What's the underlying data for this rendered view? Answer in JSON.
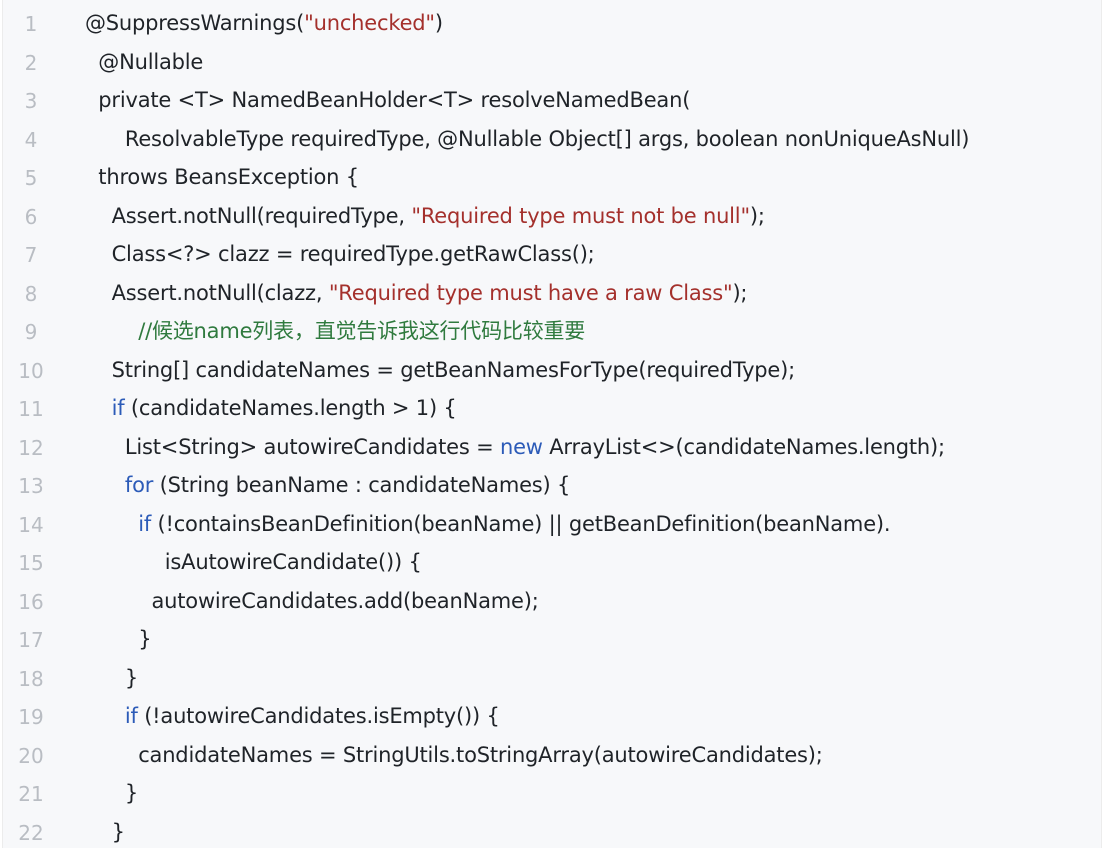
{
  "colors": {
    "background": "#f7f8fa",
    "line_number": "#b9bdc3",
    "text": "#1f2328",
    "string": "#a4302c",
    "keyword": "#2c5bb8",
    "comment": "#2f7a3e"
  },
  "code": {
    "lines": [
      {
        "number": "1",
        "indent": 0,
        "tokens": [
          {
            "t": "@SuppressWarnings(",
            "c": "default"
          },
          {
            "t": "\"unchecked\"",
            "c": "string"
          },
          {
            "t": ")",
            "c": "default"
          }
        ]
      },
      {
        "number": "2",
        "indent": 1,
        "tokens": [
          {
            "t": "@Nullable",
            "c": "default"
          }
        ]
      },
      {
        "number": "3",
        "indent": 1,
        "tokens": [
          {
            "t": "private <T> NamedBeanHolder<T> resolveNamedBean(",
            "c": "default"
          }
        ]
      },
      {
        "number": "4",
        "indent": 3,
        "tokens": [
          {
            "t": "ResolvableType requiredType, @Nullable Object[] args, boolean nonUniqueAsNull)",
            "c": "default"
          }
        ]
      },
      {
        "number": "5",
        "indent": 1,
        "tokens": [
          {
            "t": "throws BeansException {",
            "c": "default"
          }
        ]
      },
      {
        "number": "6",
        "indent": 2,
        "tokens": [
          {
            "t": "Assert.notNull(requiredType, ",
            "c": "default"
          },
          {
            "t": "\"Required type must not be null\"",
            "c": "string"
          },
          {
            "t": ");",
            "c": "default"
          }
        ]
      },
      {
        "number": "7",
        "indent": 2,
        "tokens": [
          {
            "t": "Class<?> clazz = requiredType.getRawClass();",
            "c": "default"
          }
        ]
      },
      {
        "number": "8",
        "indent": 2,
        "tokens": [
          {
            "t": "Assert.notNull(clazz, ",
            "c": "default"
          },
          {
            "t": "\"Required type must have a raw Class\"",
            "c": "string"
          },
          {
            "t": ");",
            "c": "default"
          }
        ]
      },
      {
        "number": "9",
        "indent": 4,
        "tokens": [
          {
            "t": "//候选name列表，直觉告诉我这行代码比较重要",
            "c": "comment"
          }
        ]
      },
      {
        "number": "10",
        "indent": 2,
        "tokens": [
          {
            "t": "String[] candidateNames = getBeanNamesForType(requiredType);",
            "c": "default"
          }
        ]
      },
      {
        "number": "11",
        "indent": 2,
        "tokens": [
          {
            "t": "if",
            "c": "keyword"
          },
          {
            "t": " (candidateNames.length > 1) {",
            "c": "default"
          }
        ]
      },
      {
        "number": "12",
        "indent": 3,
        "tokens": [
          {
            "t": "List<String> autowireCandidates = ",
            "c": "default"
          },
          {
            "t": "new",
            "c": "keyword"
          },
          {
            "t": " ArrayList<>(candidateNames.length);",
            "c": "default"
          }
        ]
      },
      {
        "number": "13",
        "indent": 3,
        "tokens": [
          {
            "t": "for",
            "c": "keyword"
          },
          {
            "t": " (String beanName : candidateNames) {",
            "c": "default"
          }
        ]
      },
      {
        "number": "14",
        "indent": 4,
        "tokens": [
          {
            "t": "if",
            "c": "keyword"
          },
          {
            "t": " (!containsBeanDefinition(beanName) || getBeanDefinition(beanName).",
            "c": "default"
          }
        ]
      },
      {
        "number": "15",
        "indent": 6,
        "tokens": [
          {
            "t": "isAutowireCandidate()) {",
            "c": "default"
          }
        ]
      },
      {
        "number": "16",
        "indent": 5,
        "tokens": [
          {
            "t": "autowireCandidates.add(beanName);",
            "c": "default"
          }
        ]
      },
      {
        "number": "17",
        "indent": 4,
        "tokens": [
          {
            "t": "}",
            "c": "default"
          }
        ]
      },
      {
        "number": "18",
        "indent": 3,
        "tokens": [
          {
            "t": "}",
            "c": "default"
          }
        ]
      },
      {
        "number": "19",
        "indent": 3,
        "tokens": [
          {
            "t": "if",
            "c": "keyword"
          },
          {
            "t": " (!autowireCandidates.isEmpty()) {",
            "c": "default"
          }
        ]
      },
      {
        "number": "20",
        "indent": 4,
        "tokens": [
          {
            "t": "candidateNames = StringUtils.toStringArray(autowireCandidates);",
            "c": "default"
          }
        ]
      },
      {
        "number": "21",
        "indent": 3,
        "tokens": [
          {
            "t": "}",
            "c": "default"
          }
        ]
      },
      {
        "number": "22",
        "indent": 2,
        "tokens": [
          {
            "t": "}",
            "c": "default"
          }
        ]
      }
    ]
  }
}
